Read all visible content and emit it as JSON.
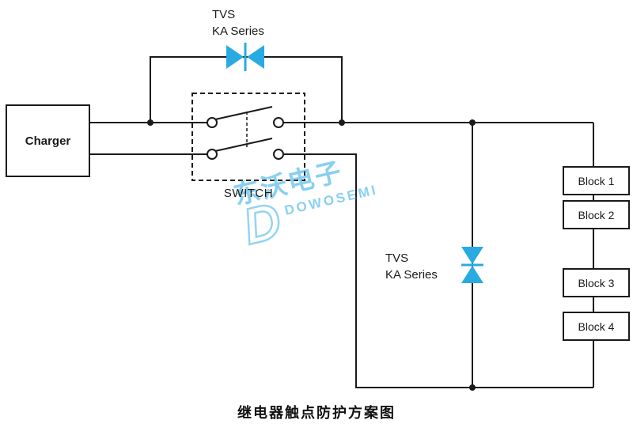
{
  "caption": "继电器触点防护方案图",
  "charger": {
    "label": "Charger"
  },
  "switch": {
    "label": "SWITCH"
  },
  "tvs_top": {
    "name": "TVS",
    "series": "KA Series"
  },
  "tvs_right": {
    "name": "TVS",
    "series": "KA Series"
  },
  "blocks": [
    {
      "label": "Block 1"
    },
    {
      "label": "Block 2"
    },
    {
      "label": "Block 3"
    },
    {
      "label": "Block 4"
    }
  ],
  "watermark": {
    "logo": "D",
    "line1": "东沃电子",
    "line2": "DOWOSEMI"
  },
  "colors": {
    "wire": "#1a1a1a",
    "tvs_blue": "#29abe2",
    "watermark_blue": "#29abe2"
  }
}
